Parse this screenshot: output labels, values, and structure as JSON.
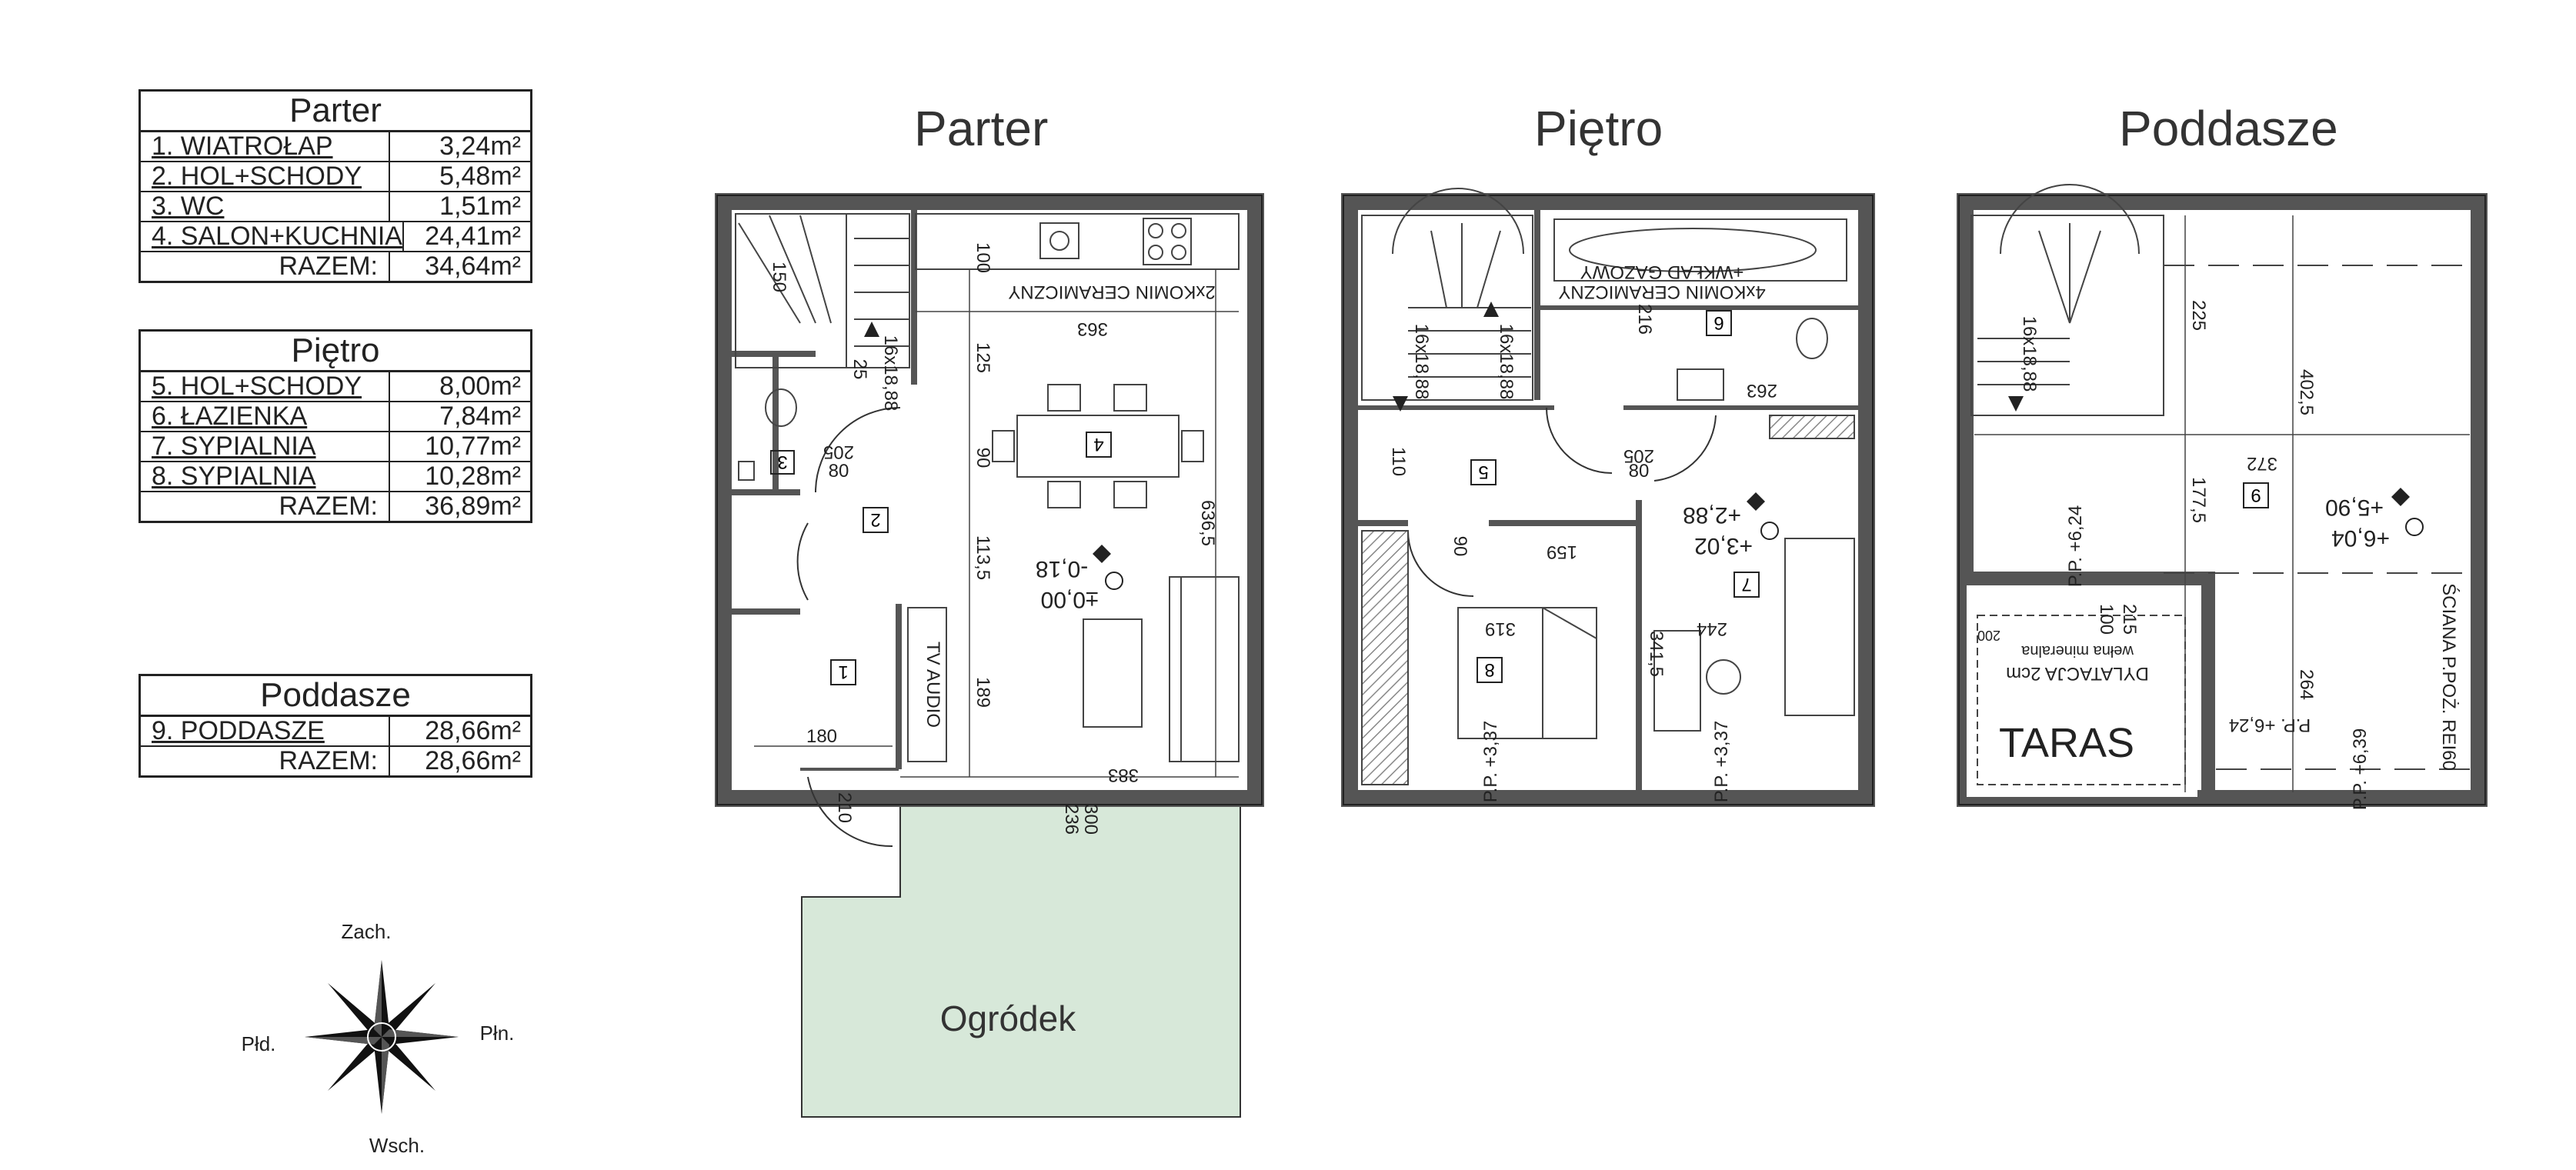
{
  "area_tables": [
    {
      "title": "Parter",
      "rows": [
        {
          "name": "1. WIATROŁAP",
          "area": "3,24m²"
        },
        {
          "name": "2. HOL+SCHODY",
          "area": "5,48m²"
        },
        {
          "name": "3. WC",
          "area": "1,51m²"
        },
        {
          "name": "4. SALON+KUCHNIA",
          "area": "24,41m²"
        }
      ],
      "total_label": "RAZEM:",
      "total": "34,64m²"
    },
    {
      "title": "Piętro",
      "rows": [
        {
          "name": "5. HOL+SCHODY",
          "area": "8,00m²"
        },
        {
          "name": "6. ŁAZIENKA",
          "area": "7,84m²"
        },
        {
          "name": "7. SYPIALNIA",
          "area": "10,77m²"
        },
        {
          "name": "8. SYPIALNIA",
          "area": "10,28m²"
        }
      ],
      "total_label": "RAZEM:",
      "total": "36,89m²"
    },
    {
      "title": "Poddasze",
      "rows": [
        {
          "name": "9. PODDASZE",
          "area": "28,66m²"
        }
      ],
      "total_label": "RAZEM:",
      "total": "28,66m²"
    }
  ],
  "plans": {
    "parter": {
      "title": "Parter",
      "rooms": [
        "1",
        "2",
        "3",
        "4"
      ],
      "labels": {
        "komin": "2xKOMIN CERAMICZNY",
        "tv": "TV AUDIO",
        "stairs": "16x18,88",
        "level_a": "-0,18",
        "level_b": "±0,00",
        "garden": "Ogródek",
        "d363": "363",
        "d6365": "636,5",
        "d383": "383",
        "d189": "189",
        "d125": "125",
        "d1135": "113,5",
        "d90": "90",
        "d100": "100",
        "d205": "205",
        "d80": "80",
        "d180": "180",
        "d210": "210",
        "d300": "300",
        "d236": "236",
        "d150": "150",
        "d25": "25"
      }
    },
    "pietro": {
      "title": "Piętro",
      "rooms": [
        "5",
        "6",
        "7",
        "8"
      ],
      "labels": {
        "komin": "4xKOMIN CERAMICZNY",
        "wklad": "+WKŁAD GAZOWY",
        "stairs_a": "16x18,88",
        "stairs_b": "16x18,88",
        "level_a": "+2,88",
        "level_b": "+3,02",
        "pp_a": "P.P. +3,37",
        "pp_b": "P.P. +3,37",
        "d216": "216",
        "d263": "263",
        "d159": "159",
        "d319": "319",
        "d244": "244",
        "d3415": "341,5",
        "d110": "110",
        "d205": "205",
        "d80": "80",
        "d90": "90"
      }
    },
    "poddasze": {
      "title": "Poddasze",
      "rooms": [
        "9"
      ],
      "labels": {
        "stairs": "16x18,88",
        "level_a": "+5,90",
        "level_b": "+6,04",
        "pp_a": "P.P. +6,24",
        "pp_b": "P.P. +6,24",
        "pp_c": "P.P. +6,39",
        "taras": "TARAS",
        "dylatacja": "DYLATACJA 2cm",
        "welna": "wełna mineralna",
        "sciana": "ŚCIANA P.POŻ. REI60",
        "d225": "225",
        "d4025": "402,5",
        "d372": "372",
        "d1775": "177,5",
        "d264": "264",
        "d100": "100",
        "d215": "215",
        "d200": "200"
      }
    }
  },
  "compass": {
    "north": "Zach.",
    "south": "Wsch.",
    "west": "Płd.",
    "east": "Płn."
  },
  "colors": {
    "wall": "#5a5a5a",
    "garden": "#d7e8d9",
    "line": "#222222"
  }
}
